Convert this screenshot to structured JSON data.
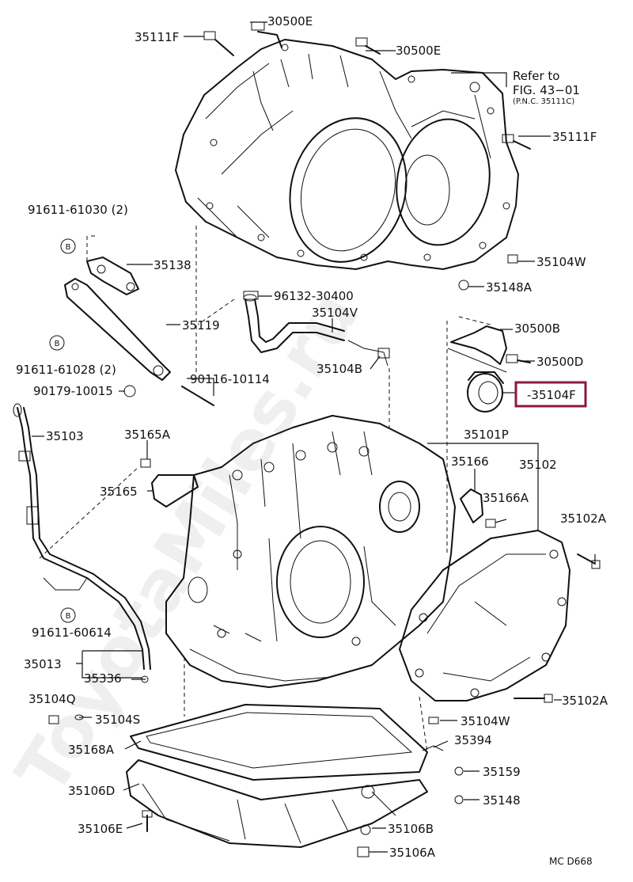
{
  "watermark": "ToyotaMiles.ru",
  "drawing_code": "MC  D668",
  "reference": {
    "line1": "Refer to",
    "line2": "FIG. 43−01",
    "line3": "(P.N.C. 35111C)"
  },
  "highlight_color": "#8b1a3a",
  "highlighted_part": "35104F",
  "parts": {
    "p30500E_top": "30500E",
    "p35111F_left": "35111F",
    "p30500E_right": "30500E",
    "p35111F_right": "35111F",
    "p35104W_top": "35104W",
    "p35148A": "35148A",
    "p91611_61030": "91611-61030 (2)",
    "p35138": "35138",
    "p96132_30400": "96132-30400",
    "p35104V": "35104V",
    "p30500B": "30500B",
    "p35119": "35119",
    "p30500D": "30500D",
    "p35104B": "35104B",
    "p91611_61028": "91611-61028 (2)",
    "p90116_10114": "90116-10114",
    "p35104F": "35104F",
    "p90179_10015": "90179-10015",
    "p35103": "35103",
    "p35165A": "35165A",
    "p35101P": "35101P",
    "p35166": "35166",
    "p35102": "35102",
    "p35165": "35165",
    "p35166A": "35166A",
    "p35102A_top": "35102A",
    "p91611_60614": "91611-60614",
    "p35013": "35013",
    "p35336": "35336",
    "p35104Q": "35104Q",
    "p35102A_bottom": "35102A",
    "p35104S": "35104S",
    "p35104W_bottom": "35104W",
    "p35394": "35394",
    "p35168A": "35168A",
    "p35159": "35159",
    "p35106D": "35106D",
    "p35148": "35148",
    "p35106E": "35106E",
    "p35106B": "35106B",
    "p35106A": "35106A"
  },
  "icons": {
    "bolt_marker": "B"
  }
}
